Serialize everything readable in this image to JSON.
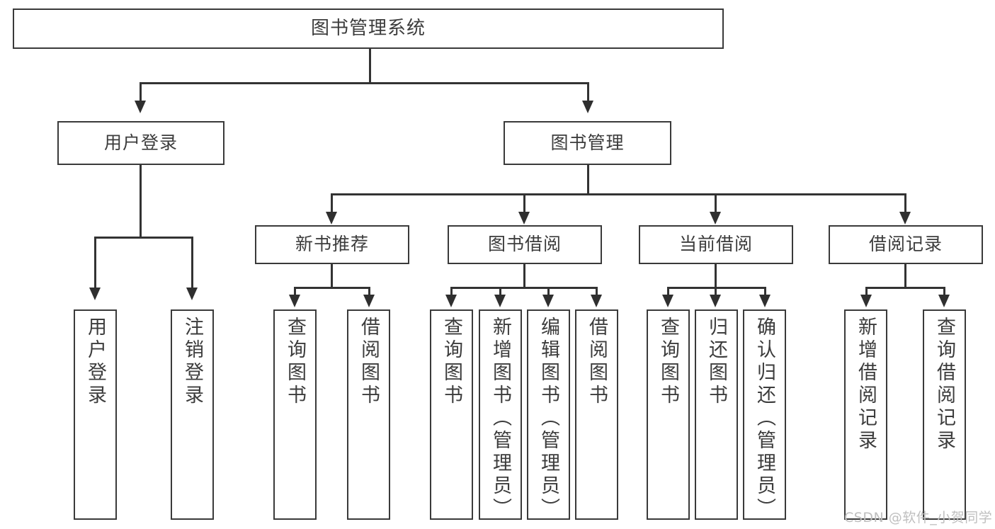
{
  "diagram": {
    "type": "tree-hierarchy",
    "title": "图书管理系统",
    "orientation": "top-down",
    "line_color": "#333333",
    "box_border_color": "#3a3a3a",
    "text_color": "#3c3c3c",
    "background": "#ffffff"
  },
  "root": {
    "label": "图书管理系统"
  },
  "level2": [
    {
      "label": "用户登录"
    },
    {
      "label": "图书管理"
    }
  ],
  "level3": [
    {
      "label": "新书推荐"
    },
    {
      "label": "图书借阅"
    },
    {
      "label": "当前借阅"
    },
    {
      "label": "借阅记录"
    }
  ],
  "leaves": {
    "user_login": [
      {
        "label": "用户登录"
      },
      {
        "label": "注销登录"
      }
    ],
    "new_book_recommend": [
      {
        "label": "查询图书"
      },
      {
        "label": "借阅图书"
      }
    ],
    "book_borrow": [
      {
        "label": "查询图书"
      },
      {
        "label": "新增图书（管理员）"
      },
      {
        "label": "编辑图书（管理员）"
      },
      {
        "label": "借阅图书"
      }
    ],
    "current_borrow": [
      {
        "label": "查询图书"
      },
      {
        "label": "归还图书"
      },
      {
        "label": "确认归还（管理员）"
      }
    ],
    "borrow_record": [
      {
        "label": "新增借阅记录"
      },
      {
        "label": "查询借阅记录"
      }
    ]
  },
  "watermark": {
    "text": "CSDN @软件_小贺同学"
  }
}
